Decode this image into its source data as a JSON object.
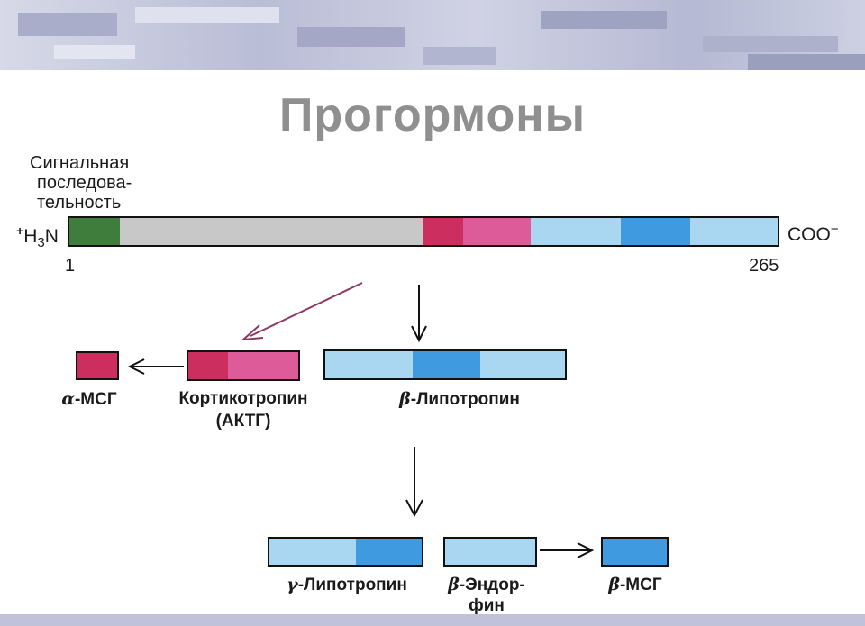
{
  "title": "Прогормоны",
  "signal_label": [
    "Сигнальная",
    "последова-",
    "тельность"
  ],
  "n_terminus": {
    "plus": "+",
    "h": "H",
    "sub": "3",
    "n": "N"
  },
  "c_terminus": {
    "text": "COO",
    "sup": "−"
  },
  "pos_start": "1",
  "pos_end": "265",
  "products": {
    "alpha_msh": {
      "greek": "α",
      "label": "-МСГ"
    },
    "acth": {
      "line1": "Кортикотропин",
      "line2": "(АКТГ)"
    },
    "beta_lph": {
      "greek": "β",
      "label": "-Липотропин"
    },
    "gamma_lph": {
      "greek": "γ",
      "label": "-Липотропин"
    },
    "beta_endorphin": {
      "greek": "β",
      "line1": "-Эндор-",
      "line2": "фин"
    },
    "beta_msh": {
      "greek": "β",
      "label": "-МСГ"
    }
  },
  "colors": {
    "signal": "#3e7d3c",
    "gray_region": "#c8c8c8",
    "msh_crimson": "#cc2e5f",
    "acth_pink": "#dd5b98",
    "light_blue": "#a9d7f2",
    "mid_blue": "#3f9ae0",
    "arrow_purple": "#8a3a62"
  }
}
